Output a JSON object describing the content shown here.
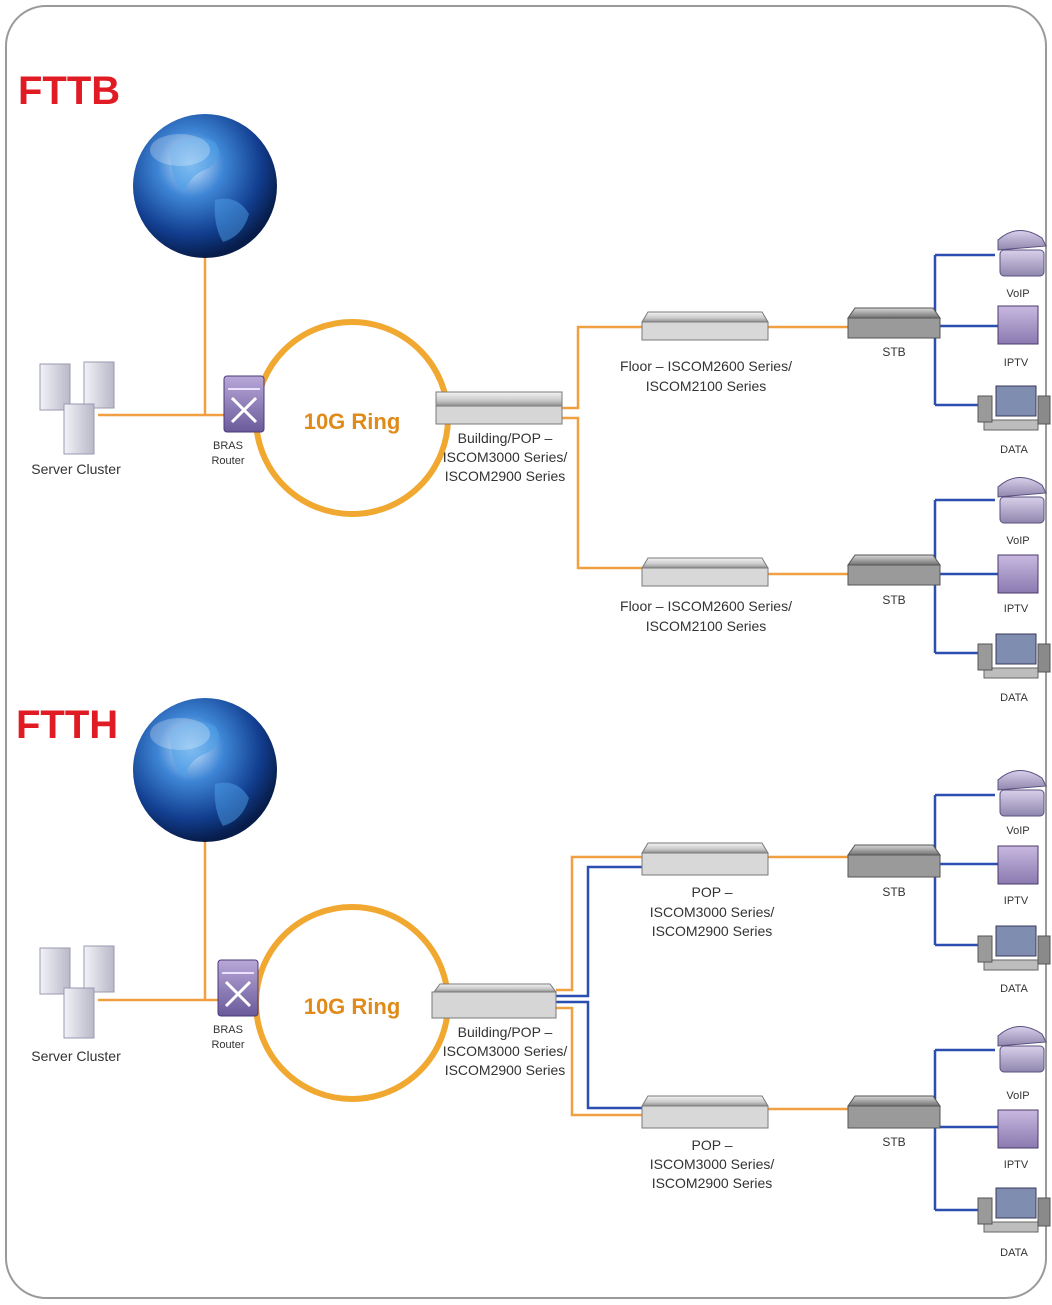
{
  "colors": {
    "title": "#e01b23",
    "ring": "#f0a830",
    "ring_label": "#e08a1a",
    "orange_link": "#f0a040",
    "blue_link": "#2a4fb0",
    "frame_border": "#9a9a9a"
  },
  "fttb": {
    "title": "FTTB",
    "ring_label": "10G Ring",
    "server_label": "Server Cluster",
    "bras_line1": "BRAS",
    "bras_line2": "Router",
    "pop_line1": "Building/POP –",
    "pop_line2": "ISCOM3000 Series/",
    "pop_line3": "ISCOM2900 Series",
    "floor_top_line1": "Floor – ISCOM2600 Series/",
    "floor_top_line2": "ISCOM2100 Series",
    "floor_bottom_line1": "Floor – ISCOM2600 Series/",
    "floor_bottom_line2": "ISCOM2100 Series",
    "stb_top": "STB",
    "stb_bottom": "STB",
    "top_voip": "VoIP",
    "top_iptv": "IPTV",
    "top_data": "DATA",
    "bottom_voip": "VoIP",
    "bottom_iptv": "IPTV",
    "bottom_data": "DATA"
  },
  "ftth": {
    "title": "FTTH",
    "ring_label": "10G Ring",
    "server_label": "Server Cluster",
    "bras_line1": "BRAS",
    "bras_line2": "Router",
    "pop_line1": "Building/POP –",
    "pop_line2": "ISCOM3000 Series/",
    "pop_line3": "ISCOM2900 Series",
    "node_top_line1": "POP –",
    "node_top_line2": "ISCOM3000 Series/",
    "node_top_line3": "ISCOM2900 Series",
    "node_bottom_line1": "POP –",
    "node_bottom_line2": "ISCOM3000 Series/",
    "node_bottom_line3": "ISCOM2900 Series",
    "stb_top": "STB",
    "stb_bottom": "STB",
    "top_voip": "VoIP",
    "top_iptv": "IPTV",
    "top_data": "DATA",
    "bottom_voip": "VoIP",
    "bottom_iptv": "IPTV",
    "bottom_data": "DATA"
  }
}
